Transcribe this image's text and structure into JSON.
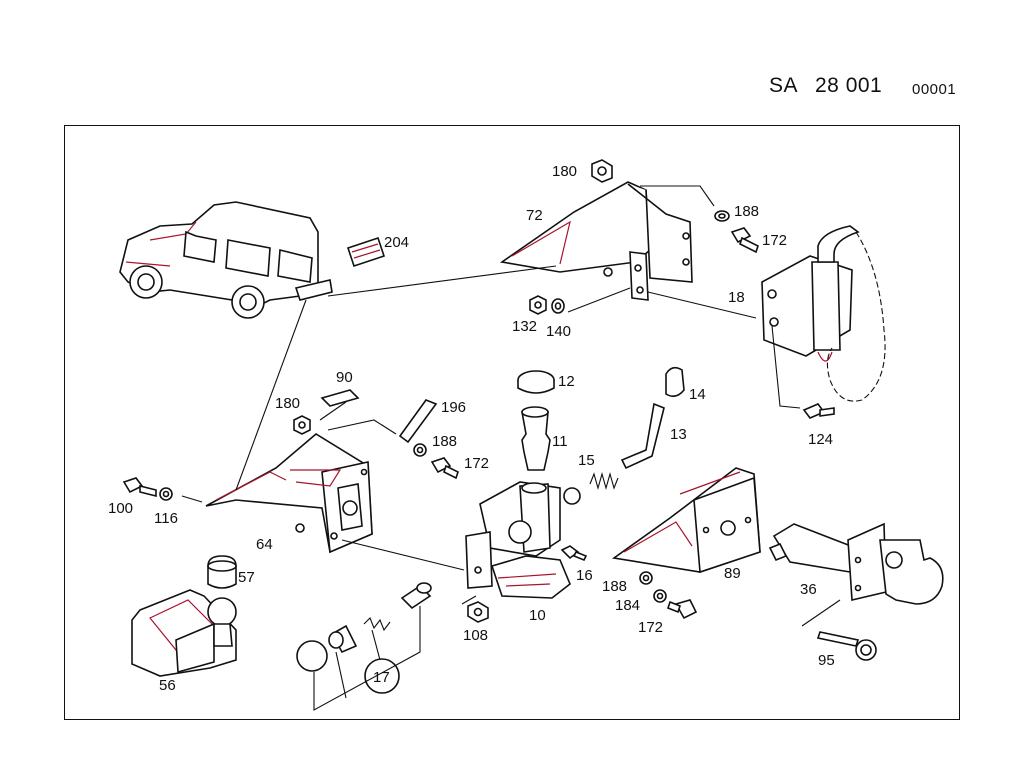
{
  "header": {
    "prefix": "SA",
    "number": "28 001",
    "code": "00001"
  },
  "callouts": {
    "p10": "10",
    "p11": "11",
    "p12": "12",
    "p13": "13",
    "p14": "14",
    "p15": "15",
    "p16": "16",
    "p17": "17",
    "p18": "18",
    "p36": "36",
    "p56": "56",
    "p57": "57",
    "p64": "64",
    "p72": "72",
    "p89": "89",
    "p90": "90",
    "p95": "95",
    "p100": "100",
    "p108": "108",
    "p116": "116",
    "p124": "124",
    "p132": "132",
    "p140": "140",
    "p172a": "172",
    "p172b": "172",
    "p172c": "172",
    "p180a": "180",
    "p180b": "180",
    "p184": "184",
    "p188a": "188",
    "p188b": "188",
    "p188c": "188",
    "p196": "196",
    "p204": "204"
  },
  "colors": {
    "ink": "#111111",
    "accent": "#a8142c"
  }
}
